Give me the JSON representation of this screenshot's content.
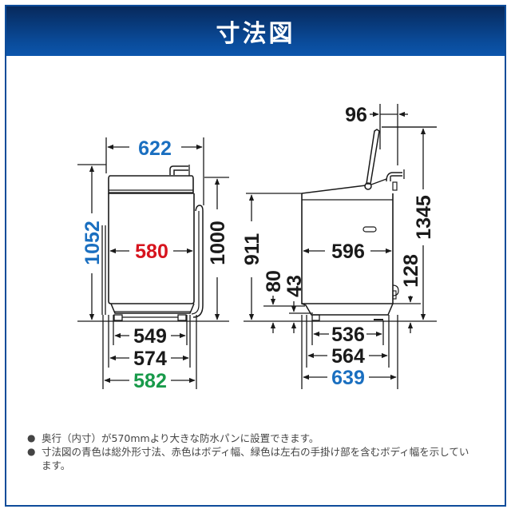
{
  "header": {
    "title": "寸法図"
  },
  "colors": {
    "frame": "#0d4c9a",
    "header_top": "#07295c",
    "header_bottom": "#0c56ad",
    "dim_blue": "#1a6fc0",
    "dim_red": "#d7141e",
    "dim_green": "#189a4a",
    "dim_black": "#1a1a1a"
  },
  "front_view": {
    "total_width": "622",
    "body_width": "580",
    "total_height": "1052",
    "body_height": "1000",
    "foot_inner": "549",
    "foot_outer": "574",
    "handle_width": "582"
  },
  "side_view": {
    "lid_offset": "96",
    "open_height": "1345",
    "top_height": "911",
    "body_depth": "596",
    "front_clearance": "80",
    "front_foot": "43",
    "rear_clearance": "128",
    "foot_depth_inner": "536",
    "foot_depth_outer": "564",
    "total_depth": "639"
  },
  "notes": [
    {
      "bullet": "●",
      "text": "奥行（内寸）が570mmより大きな防水パンに設置できます。"
    },
    {
      "bullet": "●",
      "text": "寸法図の青色は総外形寸法、赤色はボディ幅、緑色は左右の手掛け部を含むボディ幅を示しています。"
    }
  ]
}
